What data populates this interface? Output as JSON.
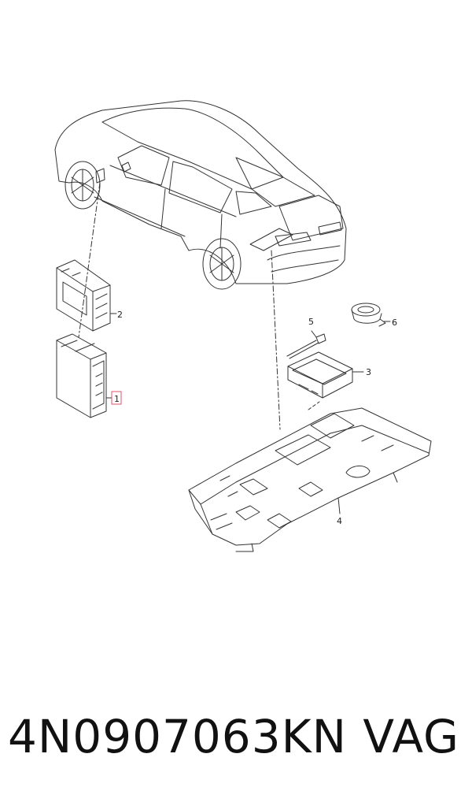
{
  "callouts": [
    {
      "id": "1",
      "label": "1"
    },
    {
      "id": "2",
      "label": "2"
    },
    {
      "id": "3",
      "label": "3"
    },
    {
      "id": "4",
      "label": "4"
    },
    {
      "id": "5",
      "label": "5"
    },
    {
      "id": "6",
      "label": "6"
    }
  ],
  "highlight_color": "#e0526a",
  "footer": {
    "part_number": "4N0907063KN",
    "brand": "VAG"
  }
}
